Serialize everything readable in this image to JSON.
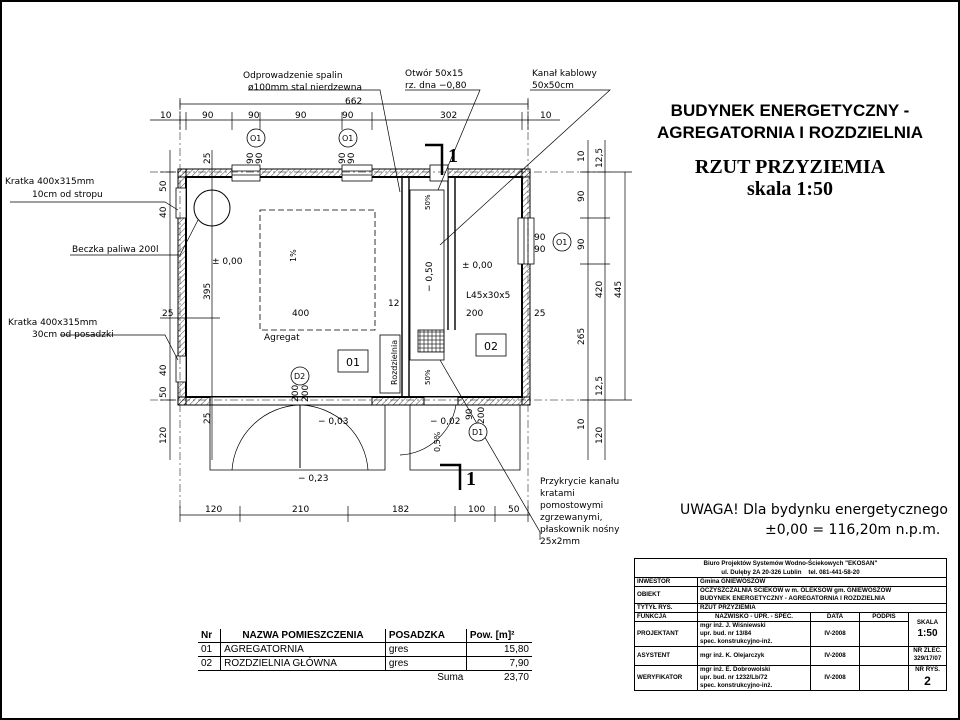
{
  "title": {
    "line1": "BUDYNEK ENERGETYCZNY -",
    "line2": "AGREGATORNIA I ROZDZIELNIA",
    "line3": "RZUT PRZYZIEMIA",
    "line4": "skala 1:50"
  },
  "note": {
    "line1": "UWAGA! Dla bydynku energetycznego",
    "line2": "±0,00 = 116,20m n.p.m."
  },
  "callouts": {
    "spaliny1": "Odprowadzenie spalin",
    "spaliny2": "ø100mm stal nierdzewna",
    "otwor1": "Otwór 50x15",
    "otwor2": "rz. dna −0,80",
    "kanal1": "Kanał kablowy",
    "kanal2": "50x50cm",
    "kratka1a": "Kratka 400x315mm",
    "kratka1b": "10cm od stropu",
    "beczka": "Beczka paliwa 200l",
    "kratka2a": "Kratka 400x315mm",
    "kratka2b": "30cm od posadzki",
    "przykrycie": [
      "Przykrycie kanału",
      "kratami",
      "pomostowymi",
      "zgrzewanymi,",
      "płaskownik nośny",
      "25x2mm"
    ]
  },
  "plan": {
    "top_dims": [
      "10",
      "90",
      "90",
      "90",
      "90",
      "302",
      "10"
    ],
    "overall_top": "662",
    "bottom_dims": [
      "120",
      "210",
      "182",
      "100",
      "50"
    ],
    "left_dims": [
      "25",
      "50",
      "40",
      "395",
      "25",
      "40",
      "50",
      "25",
      "120"
    ],
    "right_dims": [
      "10",
      "12,5",
      "90",
      "90",
      "420",
      "445",
      "265",
      "12,5",
      "10",
      "120"
    ],
    "room_01": "01",
    "room_02": "02",
    "agregat": "Agregat",
    "rozdzielnia": "Rozdzielnia",
    "lev_000_a": "± 0,00",
    "lev_000_b": "± 0,00",
    "lev_050": "− 0,50",
    "lev_003": "− 0,03",
    "lev_002": "− 0,02",
    "lev_023": "− 0,23",
    "dim_400": "400",
    "dim_200": "200",
    "dim_12": "12",
    "dim_25a": "25",
    "dim_25b": "25",
    "angle": "L45x30x5",
    "slope_1": "1%",
    "slope_50a": "50%",
    "slope_50b": "50%",
    "slope_05": "0,5%",
    "win_o1": "O1",
    "door_d1": "D1",
    "door_d2": "D2",
    "d90": "90",
    "d200": "200",
    "section": "1"
  },
  "rooms_table": {
    "headers": [
      "Nr",
      "NAZWA POMIESZCZENIA",
      "POSADZKA",
      "Pow. [m]²"
    ],
    "rows": [
      [
        "01",
        "AGREGATORNIA",
        "gres",
        "15,80"
      ],
      [
        "02",
        "ROZDZIELNIA GŁÓWNA",
        "gres",
        "7,90"
      ]
    ],
    "sum_label": "Suma",
    "sum_value": "23,70"
  },
  "title_block": {
    "office1": "Biuro Projektów Systemów Wodno-Ściekowych \"EKOSAN\"",
    "office2": "ul. Dulęby 2A   20-326 Lublin",
    "office_tel": "tel. 081-441-58-20",
    "investor_label": "INWESTOR",
    "investor": "Gmina GNIEWOSZÓW",
    "object_label": "OBIEKT",
    "object1": "OCZYSZCZALNIA ŚCIEKÓW w m. OLEKSÓW gm. GNIEWOSZÓW",
    "object2": "BUDYNEK ENERGETYCZNY - AGREGATORNIA I ROZDZIELNIA",
    "drawing_label": "TYTYŁ RYS.",
    "drawing": "RZUT PRZYZIEMIA",
    "col_func": "FUNKCJA",
    "col_name": "NAZWISKO - UPR. - SPEC.",
    "col_date": "DATA",
    "col_sign": "PODPIS",
    "designer_label": "PROJEKTANT",
    "designer": [
      "mgr inż. J. Wiśniewski",
      "upr. bud. nr 13/84",
      "spec. konstrukcyjno-inż."
    ],
    "designer_date": "IV-2008",
    "scale_label": "SKALA",
    "scale": "1:50",
    "assistant_label": "ASYSTENT",
    "assistant": "mgr inż. K. Olejarczyk",
    "assistant_date": "IV-2008",
    "order_label": "NR ZLEC.",
    "order": "329/17/07",
    "verifier_label": "WERYFIKATOR",
    "verifier": [
      "mgr inż. E. Dobrowolski",
      "upr. bud. nr 1232/Lb/72",
      "spec. konstrukcyjno-inż."
    ],
    "verifier_date": "IV-2008",
    "sheet_label": "NR RYS.",
    "sheet": "2"
  }
}
